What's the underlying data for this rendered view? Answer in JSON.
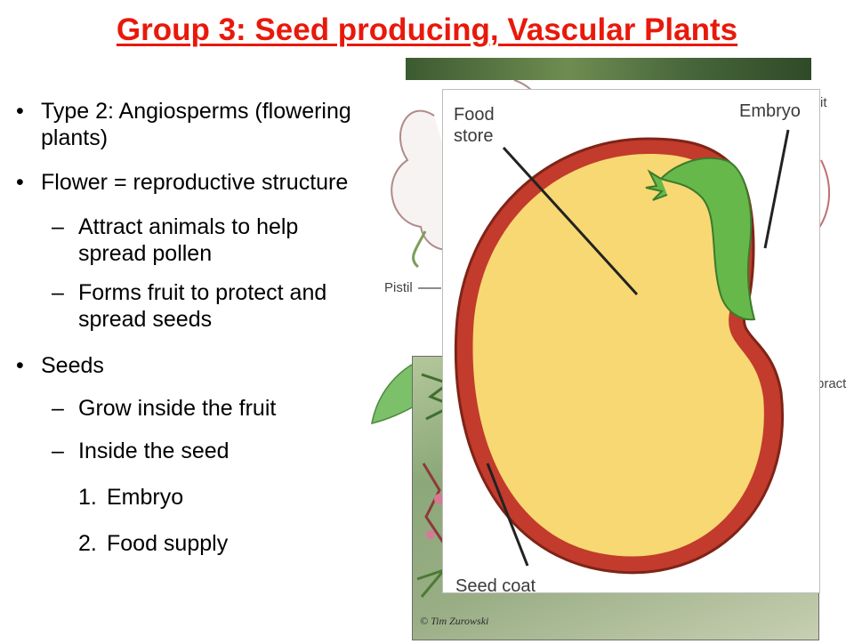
{
  "slide": {
    "title": "Group 3: Seed producing, Vascular Plants"
  },
  "bullets": {
    "item1": "Type 2: Angiosperms (flowering plants)",
    "item2": "Flower = reproductive structure",
    "item2_sub1": "Attract animals to help spread pollen",
    "item2_sub2": "Forms fruit to protect and spread seeds",
    "item3": "Seeds",
    "item3_sub1": "Grow inside the fruit",
    "item3_sub2": "Inside the seed",
    "list_numbers": [
      "1.",
      "2."
    ],
    "list_items": [
      "Embryo",
      "Food supply"
    ],
    "bullet_glyph": "•",
    "dash_glyph": "–"
  },
  "flower_diagram": {
    "label_pistil": "Pistil",
    "label_bract": "bract",
    "label_top_right": "it"
  },
  "seed_diagram": {
    "label_food_store": "Food store",
    "label_embryo": "Embryo",
    "label_seed_coat": "Seed coat"
  },
  "mimosa_photo": {
    "credit": "© Tim Zurowski"
  },
  "colors": {
    "title": "#e8190b",
    "seed_fill": "#f7d873",
    "seed_coat": "#c23b2c",
    "embryo": "#66b84a",
    "leaf_arrow": "#7cc06a"
  }
}
